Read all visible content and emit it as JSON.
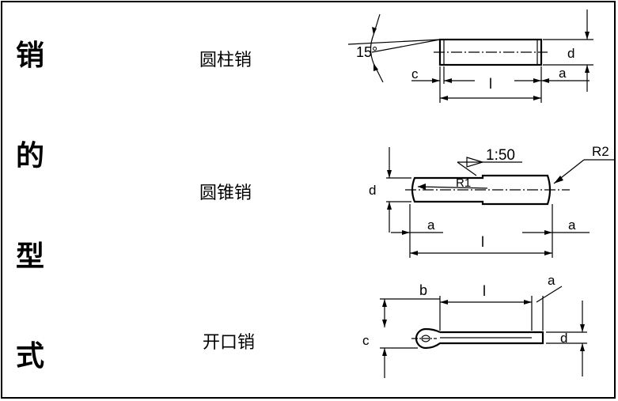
{
  "heading": [
    "销",
    "的",
    "型",
    "式"
  ],
  "pins": [
    {
      "name": "圆柱销",
      "dims": {
        "angle": "15°",
        "chamfer": "c",
        "length": "l",
        "end": "a",
        "diameter": "d"
      }
    },
    {
      "name": "圆锥销",
      "dims": {
        "taper": "1:50",
        "r_large": "R2",
        "r_small": "R1",
        "diameter": "d",
        "end_left": "a",
        "end_right": "a",
        "length": "l"
      }
    },
    {
      "name": "开口销",
      "dims": {
        "head": "b",
        "length": "l",
        "end": "a",
        "diameter": "d",
        "eye": "c"
      }
    }
  ],
  "colors": {
    "line": "#000000",
    "background": "#ffffff"
  }
}
